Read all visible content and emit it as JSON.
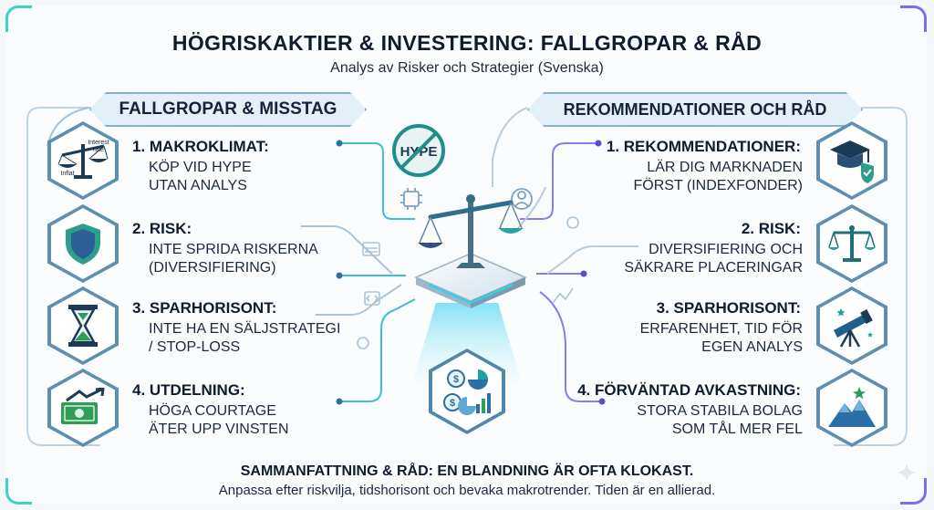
{
  "header": {
    "title": "HÖGRISKAKTIER & INVESTERING: FALLGROPAR & RÅD",
    "subtitle": "Analys av Risker och Strategier (Svenska)"
  },
  "left_panel": {
    "heading": "FALLGROPAR & MISSTAG",
    "items": [
      {
        "title": "1. MAKROKLIMAT:",
        "lines": [
          "KÖP VID HYPE",
          "UTAN ANALYS"
        ],
        "icon": "inflation-interest-scale-icon",
        "icon_labels": [
          "Inflat",
          "Interest",
          "rate"
        ]
      },
      {
        "title": "2. RISK:",
        "lines": [
          "INTE SPRIDA RISKERNA",
          "(DIVERSIFIERING)"
        ],
        "icon": "shield-icon"
      },
      {
        "title": "3. SPARHORISONT:",
        "lines": [
          "INTE HA EN SÄLJSTRATEGI",
          "/ STOP-LOSS"
        ],
        "icon": "hourglass-icon"
      },
      {
        "title": "4. UTDELNING:",
        "lines": [
          "HÖGA COURTAGE",
          "ÄTER UPP VINSTEN"
        ],
        "icon": "money-growth-icon"
      }
    ]
  },
  "right_panel": {
    "heading": "REKOMMENDATIONER OCH RÅD",
    "items": [
      {
        "title": "1. REKOMMENDATIONER:",
        "lines": [
          "LÄR DIG MARKNADEN",
          "FÖRST (INDEXFONDER)"
        ],
        "icon": "graduation-cap-shield-icon"
      },
      {
        "title": "2. RISK:",
        "lines": [
          "DIVERSIFIERING OCH",
          "SÄKRARE PLACERINGAR"
        ],
        "icon": "balance-scale-icon"
      },
      {
        "title": "3. SPARHORISONT:",
        "lines": [
          "ERFARENHET, TID FÖR",
          "EGEN ANALYS"
        ],
        "icon": "telescope-icon"
      },
      {
        "title": "4. FÖRVÄNTAD AVKASTNING:",
        "lines": [
          "STORA STABILA BOLAG",
          "SOM TÅL MER FEL"
        ],
        "icon": "mountain-star-icon"
      }
    ]
  },
  "center": {
    "hype_badge": "HYPE",
    "icons": [
      "no-hype-icon",
      "central-scale-platform-icon",
      "charts-hex-icon"
    ]
  },
  "summary": {
    "title": "SAMMANFATTNING & RÅD: EN BLANDNING ÄR OFTA KLOKAST.",
    "text": "Anpassa efter riskvilja, tidshorisont och bevaka makrotrender. Tiden är en allierad."
  },
  "colors": {
    "teal": "#1fa3a0",
    "blue": "#2a6fa8",
    "navy": "#13233b",
    "purple": "#7b6cf0",
    "green": "#2e9e57"
  }
}
